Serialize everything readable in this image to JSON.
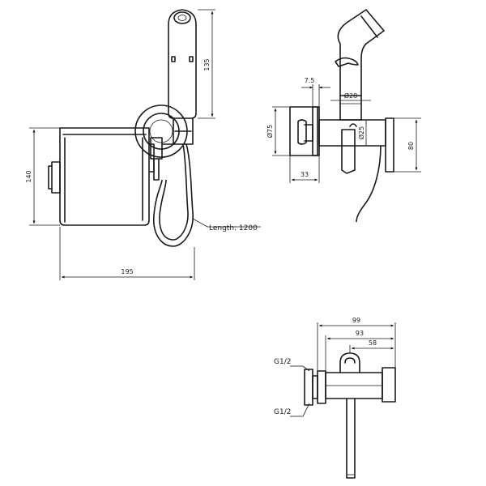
{
  "front_view": {
    "dim_handshower_height": "135",
    "dim_holder_height": "140",
    "dim_total_width": "195",
    "hose_note": "Length: 1200"
  },
  "side_view": {
    "dim_escutcheon_depth": "7.5",
    "dim_hose_diameter": "Ø28",
    "dim_escutcheon_diameter": "Ø75",
    "dim_body_diameter": "Ø25",
    "dim_height": "80",
    "dim_wall_depth": "33"
  },
  "top_view": {
    "dim_overall": "99",
    "dim_middle": "93",
    "dim_inner": "58",
    "thread_top": "G1/2",
    "thread_bottom": "G1/2"
  }
}
